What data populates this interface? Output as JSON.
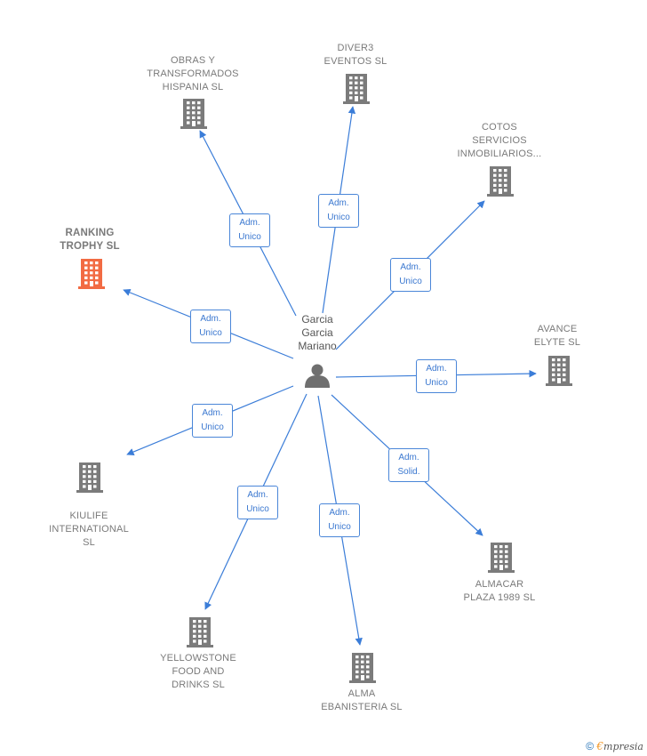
{
  "center": {
    "name": "Garcia\nGarcia\nMariano",
    "icon": "person-icon"
  },
  "colors": {
    "edge": "#3b7dd8",
    "building": "#7b7b7b",
    "highlight": "#f26b43",
    "person": "#6f6f6f"
  },
  "companies": [
    {
      "id": "obras",
      "name": "OBRAS Y\nTRANSFORMADOS\nHISPANIA  SL",
      "role": "Adm.\nUnico",
      "highlight": false
    },
    {
      "id": "diver3",
      "name": "DIVER3\nEVENTOS  SL",
      "role": "Adm.\nUnico",
      "highlight": false
    },
    {
      "id": "cotos",
      "name": "COTOS\nSERVICIOS\nINMOBILIARIOS...",
      "role": "Adm.\nUnico",
      "highlight": false
    },
    {
      "id": "ranking",
      "name": "RANKING\nTROPHY  SL",
      "role": "Adm.\nUnico",
      "highlight": true
    },
    {
      "id": "avance",
      "name": "AVANCE\nELYTE SL",
      "role": "Adm.\nUnico",
      "highlight": false
    },
    {
      "id": "kiulife",
      "name": "KIULIFE\nINTERNATIONAL\nSL",
      "role": "Adm.\nUnico",
      "highlight": false
    },
    {
      "id": "almacar",
      "name": "ALMACAR\nPLAZA 1989  SL",
      "role": "Adm.\nSolid.",
      "highlight": false
    },
    {
      "id": "yellowstone",
      "name": "YELLOWSTONE\nFOOD AND\nDRINKS  SL",
      "role": "Adm.\nUnico",
      "highlight": false
    },
    {
      "id": "alma",
      "name": "ALMA\nEBANISTERIA SL",
      "role": "Adm.\nUnico",
      "highlight": false
    }
  ],
  "footer": {
    "copyright": "©",
    "brand_initial": "€",
    "brand_rest": "mpresia"
  }
}
